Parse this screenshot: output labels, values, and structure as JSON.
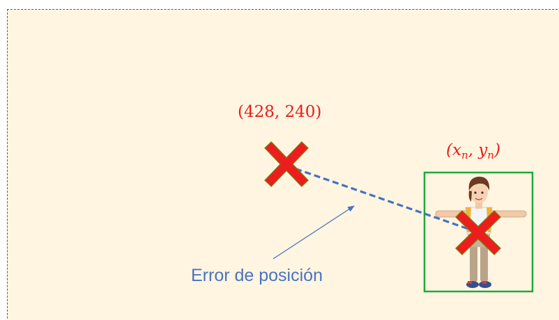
{
  "target_point": {
    "label": "(428, 240)"
  },
  "person_point": {
    "label_open": "(",
    "x_var": "x",
    "y_var": "y",
    "subscript": "n",
    "comma": ", ",
    "label_close": ")"
  },
  "error": {
    "label": "Error de posición"
  },
  "colors": {
    "background": "#fff5e0",
    "marker": "#ea1b1b",
    "error_line": "#4472c4",
    "detection_box": "#1fa83a"
  }
}
